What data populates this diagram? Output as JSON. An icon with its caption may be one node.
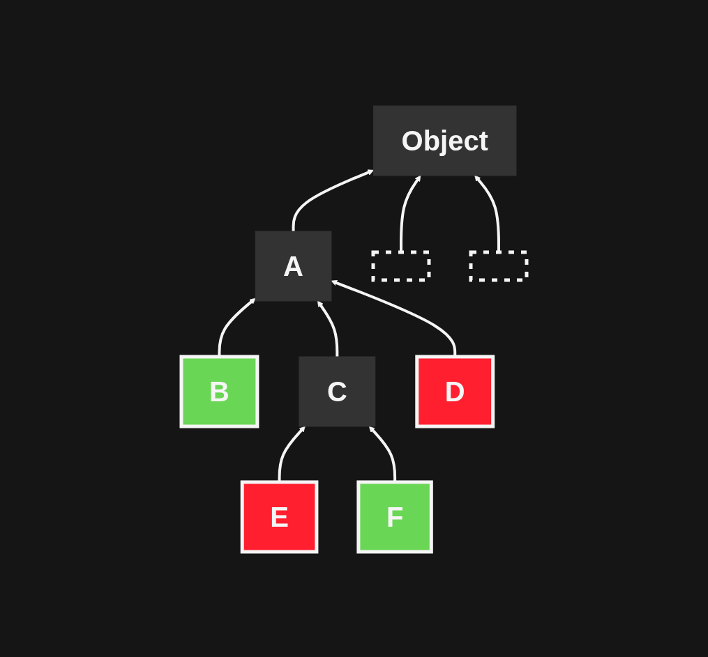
{
  "diagram": {
    "nodes": [
      {
        "text": [
          "Object"
        ]
      },
      {
        "text": [
          "A"
        ]
      },
      {
        "text": [],
        "shape": "ellipsis"
      },
      {
        "text": [],
        "shape": "ellipsis"
      },
      {
        "text": [
          "B"
        ]
      },
      {
        "text": [
          "C"
        ]
      },
      {
        "text": [
          "D"
        ]
      },
      {
        "text": [
          "E"
        ]
      },
      {
        "text": [
          "F"
        ]
      }
    ],
    "edges": [
      {
        "from": 1,
        "to": 0,
        "arrow": "to"
      },
      {
        "from": 2,
        "to": 0,
        "arrow": "to"
      },
      {
        "from": 3,
        "to": 0,
        "arrow": "to"
      },
      {
        "from": 4,
        "to": 1,
        "arrow": "to"
      },
      {
        "from": 5,
        "to": 1,
        "arrow": "to"
      },
      {
        "from": 6,
        "to": 1,
        "arrow": "to"
      },
      {
        "from": 7,
        "to": 5,
        "arrow": "to"
      },
      {
        "from": 8,
        "to": 5,
        "arrow": "to"
      }
    ]
  }
}
